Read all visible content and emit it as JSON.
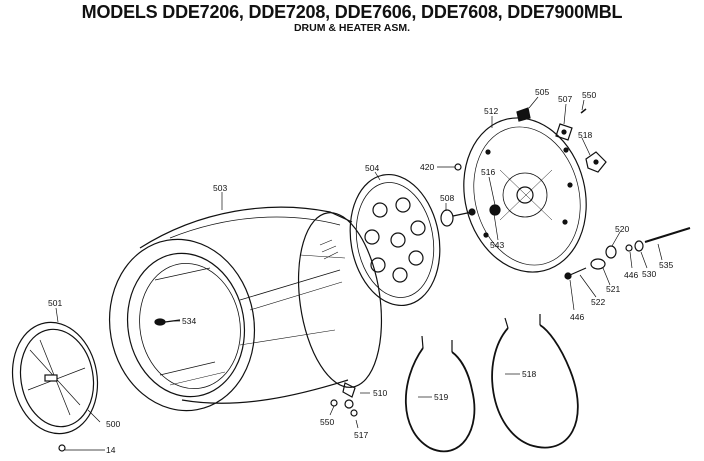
{
  "diagram": {
    "title": "MODELS DDE7206, DDE7208, DDE7606, DDE7608, DDE7900MBL",
    "subtitle": "DRUM & HEATER ASM."
  },
  "parts": [
    {
      "id": "p503",
      "label": "503"
    },
    {
      "id": "p504",
      "label": "504"
    },
    {
      "id": "p501",
      "label": "501"
    },
    {
      "id": "p500",
      "label": "500"
    },
    {
      "id": "p14",
      "label": "14"
    },
    {
      "id": "p534",
      "label": "534"
    },
    {
      "id": "p550a",
      "label": "550"
    },
    {
      "id": "p510",
      "label": "510"
    },
    {
      "id": "p517",
      "label": "517"
    },
    {
      "id": "p519",
      "label": "519"
    },
    {
      "id": "p518a",
      "label": "518"
    },
    {
      "id": "p420",
      "label": "420"
    },
    {
      "id": "p508",
      "label": "508"
    },
    {
      "id": "p512",
      "label": "512"
    },
    {
      "id": "p516",
      "label": "516"
    },
    {
      "id": "p543",
      "label": "543"
    },
    {
      "id": "p505",
      "label": "505"
    },
    {
      "id": "p507",
      "label": "507"
    },
    {
      "id": "p550b",
      "label": "550"
    },
    {
      "id": "p518b",
      "label": "518"
    },
    {
      "id": "p520",
      "label": "520"
    },
    {
      "id": "p446a",
      "label": "446"
    },
    {
      "id": "p530",
      "label": "530"
    },
    {
      "id": "p535",
      "label": "535"
    },
    {
      "id": "p521",
      "label": "521"
    },
    {
      "id": "p522",
      "label": "522"
    },
    {
      "id": "p446b",
      "label": "446"
    }
  ]
}
